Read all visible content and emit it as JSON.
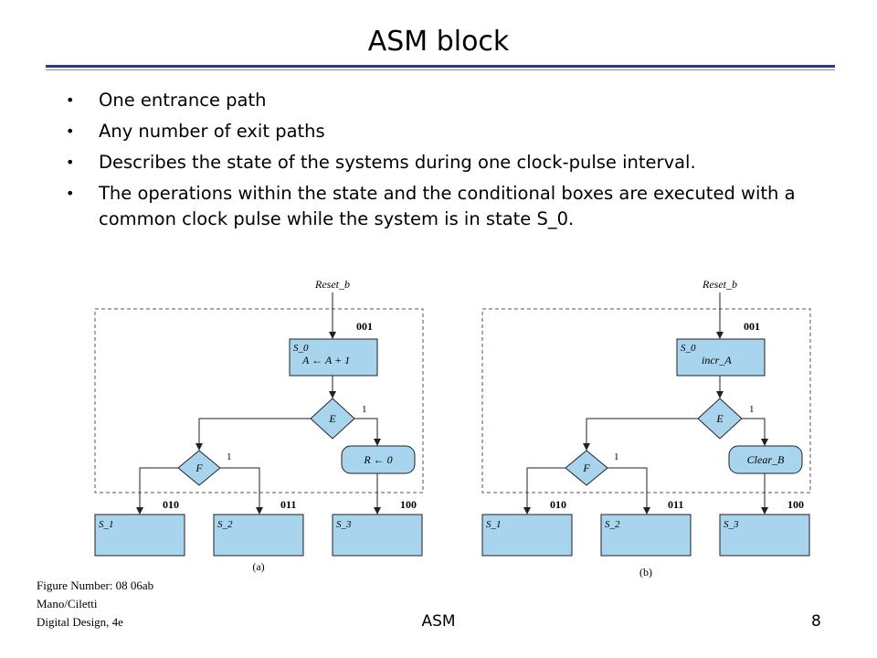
{
  "slide": {
    "title": "ASM block",
    "bullets": [
      "One entrance path",
      "Any number of exit paths",
      "Describes the state of the systems during one clock-pulse interval.",
      "The operations within the state and the conditional boxes are executed with a common clock pulse while the system is in state S_0."
    ],
    "bullet_glyph": "•"
  },
  "figure": {
    "a": {
      "entry": "Reset_b",
      "state_code": "001",
      "state_name": "S_0",
      "state_op": "A ← A + 1",
      "decision_e": "E",
      "e_one": "1",
      "decision_f": "F",
      "f_one": "1",
      "cond_op": "R ← 0",
      "exits": [
        {
          "code": "010",
          "name": "S_1"
        },
        {
          "code": "011",
          "name": "S_2"
        },
        {
          "code": "100",
          "name": "S_3"
        }
      ],
      "label": "(a)"
    },
    "b": {
      "entry": "Reset_b",
      "state_code": "001",
      "state_name": "S_0",
      "state_op": "incr_A",
      "decision_e": "E",
      "e_one": "1",
      "decision_f": "F",
      "f_one": "1",
      "cond_op": "Clear_B",
      "exits": [
        {
          "code": "010",
          "name": "S_1"
        },
        {
          "code": "011",
          "name": "S_2"
        },
        {
          "code": "100",
          "name": "S_3"
        }
      ],
      "label": "(b)"
    },
    "caption": [
      "Figure Number: 08 06ab",
      "Mano/Ciletti",
      "Digital Design, 4e"
    ]
  },
  "footer": {
    "center": "ASM",
    "page": "8"
  },
  "colors": {
    "box_fill": "#a9d4ee",
    "title_rule": "#2b3a8c",
    "line": "#222222"
  }
}
